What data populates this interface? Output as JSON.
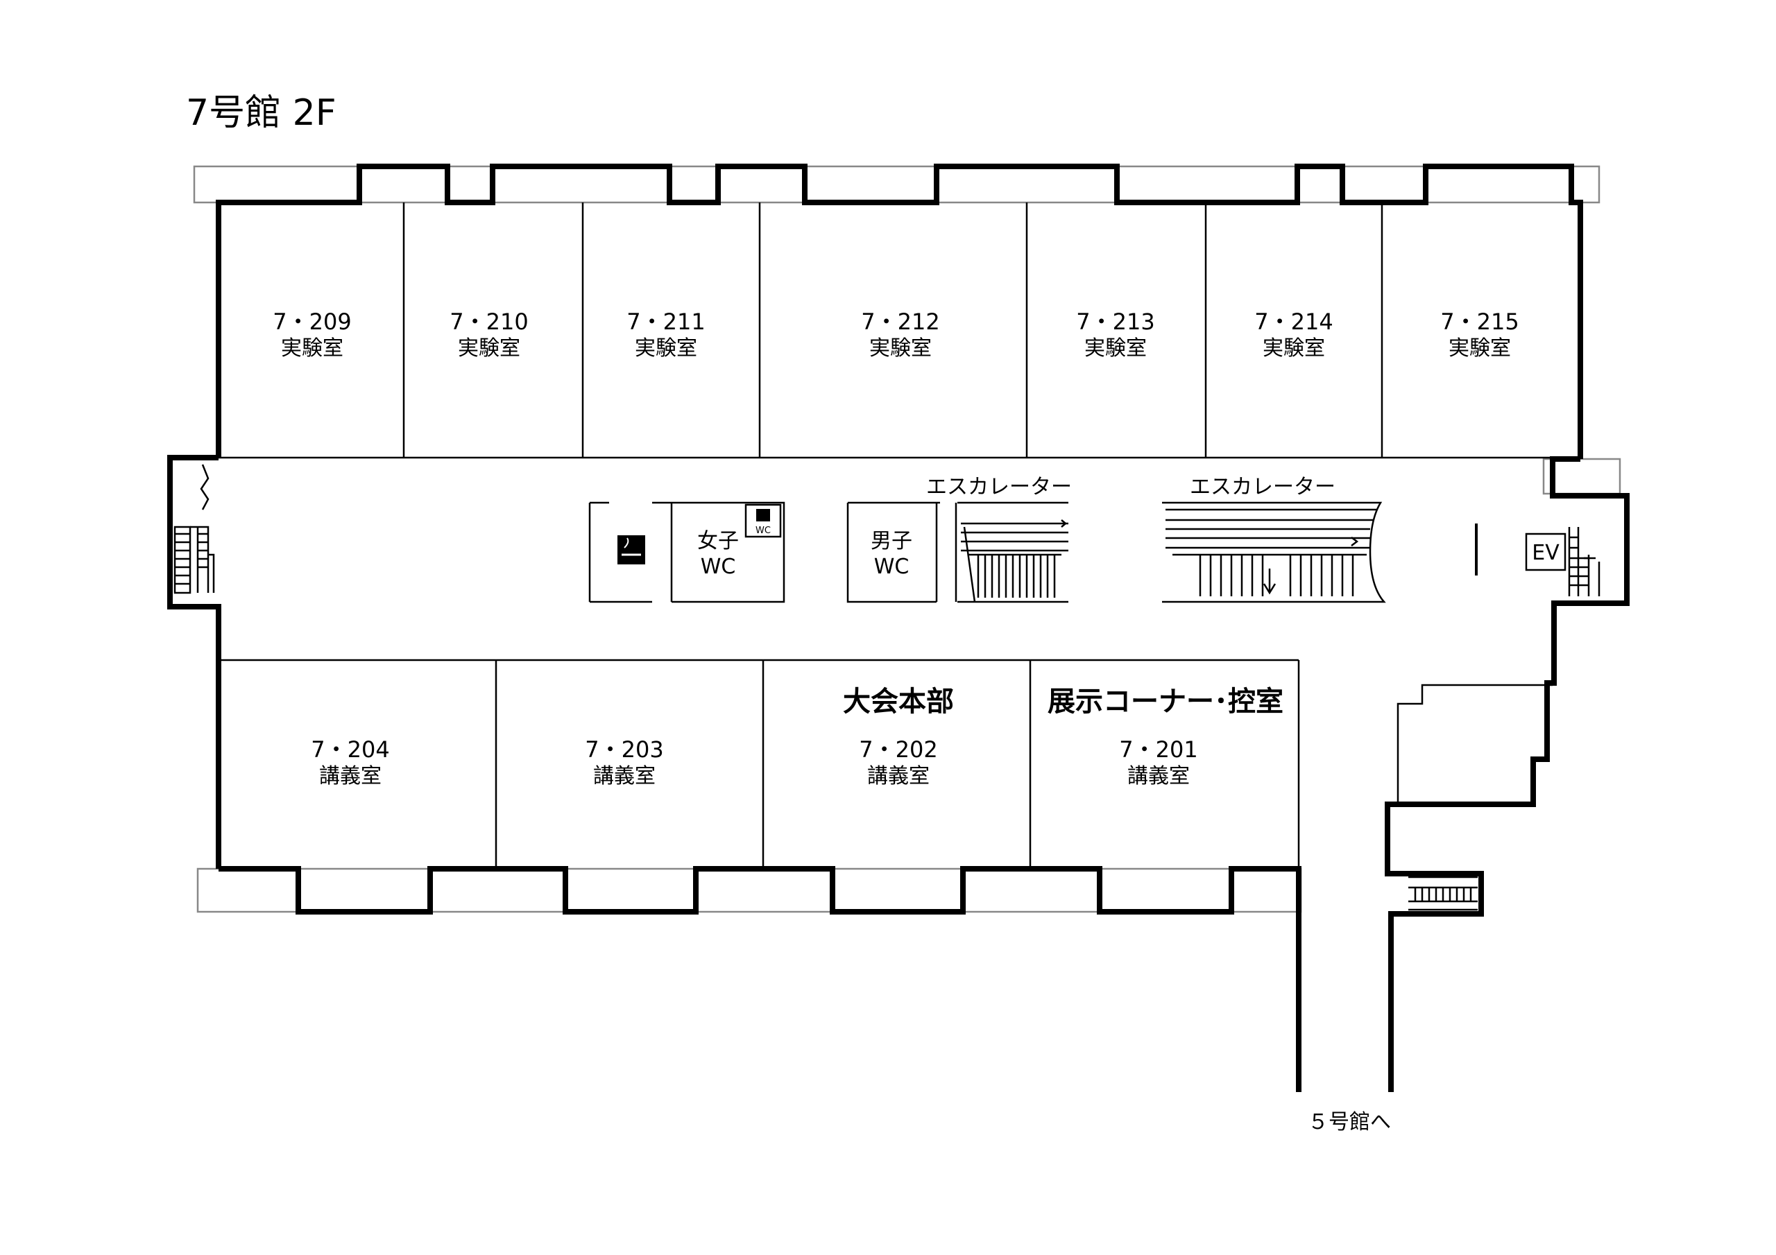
{
  "title": "7号館 2F",
  "rooms_top": [
    {
      "number": "7・209",
      "type": "実験室"
    },
    {
      "number": "7・210",
      "type": "実験室"
    },
    {
      "number": "7・211",
      "type": "実験室"
    },
    {
      "number": "7・212",
      "type": "実験室"
    },
    {
      "number": "7・213",
      "type": "実験室"
    },
    {
      "number": "7・214",
      "type": "実験室"
    },
    {
      "number": "7・215",
      "type": "実験室"
    }
  ],
  "rooms_bottom": [
    {
      "number": "7・204",
      "type": "講義室",
      "label": ""
    },
    {
      "number": "7・203",
      "type": "講義室",
      "label": ""
    },
    {
      "number": "7・202",
      "type": "講義室",
      "label": "大会本部"
    },
    {
      "number": "7・201",
      "type": "講義室",
      "label": "展示コーナー･控室"
    }
  ],
  "facilities": {
    "escalator_left": "エスカレーター",
    "escalator_right": "エスカレーター",
    "women_wc_line1": "女子",
    "women_wc_line2": "WC",
    "men_wc_line1": "男子",
    "men_wc_line2": "WC",
    "wc_small_sign": "WC",
    "elevator": "EV"
  },
  "exit_label": "５号館へ",
  "icons": [
    "smoking-icon",
    "wc-sign-icon",
    "stairs-icon",
    "escalator-icon",
    "door-icon"
  ],
  "colors": {
    "wall": "#000000",
    "ledge": "#888888",
    "background": "#ffffff"
  }
}
